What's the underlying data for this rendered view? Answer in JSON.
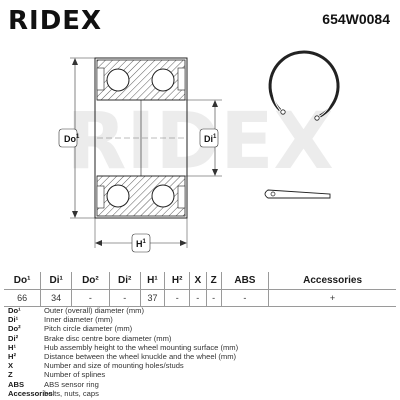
{
  "header": {
    "brand": "RIDEX",
    "part_number": "654W0084"
  },
  "drawing": {
    "watermark": "RIDEX",
    "dim_outer": "Do",
    "dim_inner": "Di",
    "dim_height": "H",
    "sup": "1"
  },
  "table": {
    "headers": [
      "Do¹",
      "Di¹",
      "Do²",
      "Di²",
      "H¹",
      "H²",
      "X",
      "Z",
      "ABS",
      "Accessories"
    ],
    "values": [
      "66",
      "34",
      "-",
      "-",
      "37",
      "-",
      "-",
      "-",
      "-",
      "+"
    ]
  },
  "legend": [
    {
      "key": "Do¹",
      "text": "Outer (overall) diameter (mm)"
    },
    {
      "key": "Di¹",
      "text": "Inner diameter (mm)"
    },
    {
      "key": "Do²",
      "text": "Pitch circle diameter (mm)"
    },
    {
      "key": "Di²",
      "text": "Brake disc centre bore diameter (mm)"
    },
    {
      "key": "H¹",
      "text": "Hub assembly height to the wheel mounting surface (mm)"
    },
    {
      "key": "H²",
      "text": "Distance between the wheel knuckle and the wheel (mm)"
    },
    {
      "key": "X",
      "text": "Number and size of mounting holes/studs"
    },
    {
      "key": "Z",
      "text": "Number of splines"
    },
    {
      "key": "ABS",
      "text": "ABS sensor ring"
    },
    {
      "key": "Accessories",
      "text": "bolts, nuts, caps"
    }
  ]
}
